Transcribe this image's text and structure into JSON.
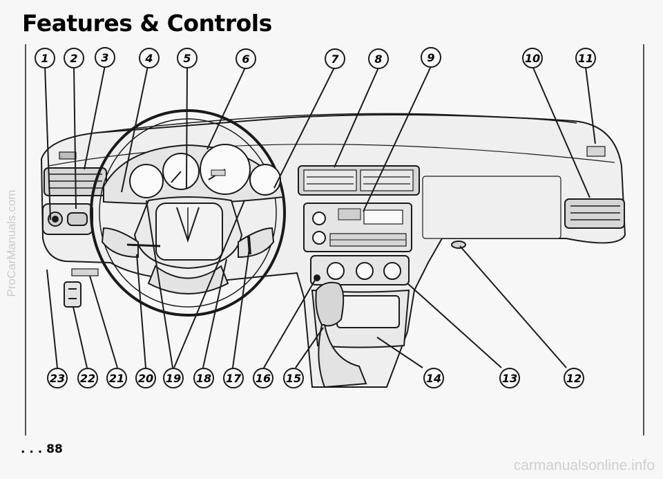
{
  "page": {
    "title": "Features & Controls",
    "page_number": ". . . 88",
    "side_watermark": "ProCarManuals.com",
    "bottom_watermark": "carmanualsonline.info"
  },
  "callouts": [
    "1",
    "2",
    "3",
    "4",
    "5",
    "6",
    "7",
    "8",
    "9",
    "10",
    "11",
    "12",
    "13",
    "14",
    "15",
    "16",
    "17",
    "18",
    "19",
    "20",
    "21",
    "22",
    "23"
  ],
  "colors": {
    "line": "#1a1a1a",
    "background": "#f7f7f7",
    "fill_light": "#e9e9e9",
    "fill_mid": "#d2d2d2"
  }
}
